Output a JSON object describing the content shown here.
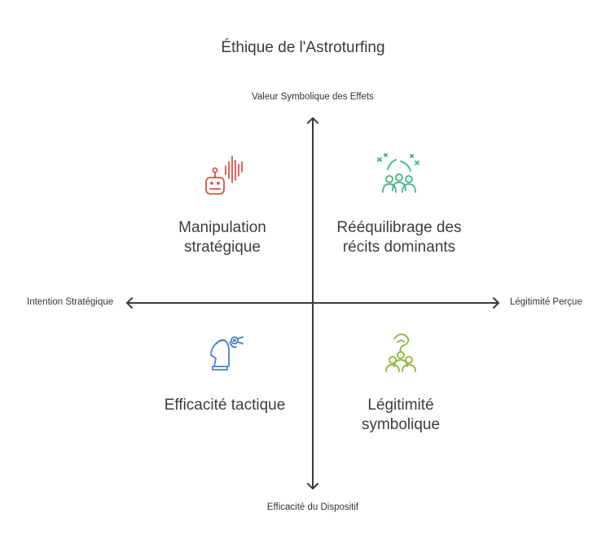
{
  "title": "Éthique de l'Astroturfing",
  "axes": {
    "top": "Valeur Symbolique des Effets",
    "bottom": "Efficacité du Dispositif",
    "left": "Intention Stratégique",
    "right": "Légitimité Perçue"
  },
  "quadrants": {
    "top_left": {
      "label_line1": "Manipulation",
      "label_line2": "stratégique",
      "icon": "robot-voice-icon",
      "color": "#d9534f"
    },
    "top_right": {
      "label_line1": "Rééquilibrage des",
      "label_line2": "récits dominants",
      "icon": "crowd-celebration-icon",
      "color": "#3db87a"
    },
    "bottom_left": {
      "label_line1": "Efficacité tactique",
      "label_line2": "",
      "icon": "chess-knight-icon",
      "color": "#4a7fc9"
    },
    "bottom_right": {
      "label_line1": "Légitimité",
      "label_line2": "symbolique",
      "icon": "group-influence-icon",
      "color": "#8db33a"
    }
  },
  "colors": {
    "axis": "#3a3a3a",
    "text": "#3d3d3d"
  }
}
